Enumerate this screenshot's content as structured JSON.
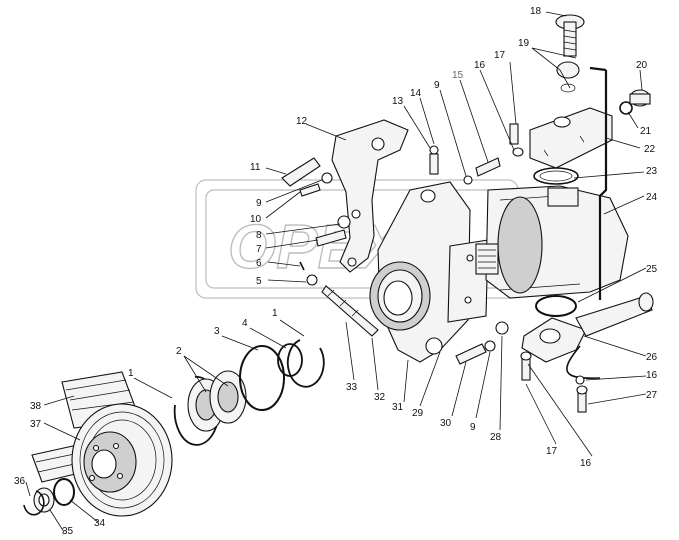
{
  "diagram": {
    "watermark_text": "OPEX",
    "callouts": [
      {
        "id": "c1a",
        "text": "1",
        "color": "#111111"
      },
      {
        "id": "c1b",
        "text": "1",
        "color": "#111111"
      },
      {
        "id": "c2",
        "text": "2",
        "color": "#111111"
      },
      {
        "id": "c3",
        "text": "3",
        "color": "#111111"
      },
      {
        "id": "c4",
        "text": "4",
        "color": "#111111"
      },
      {
        "id": "c5",
        "text": "5",
        "color": "#111111"
      },
      {
        "id": "c6",
        "text": "6",
        "color": "#111111"
      },
      {
        "id": "c7",
        "text": "7",
        "color": "#111111"
      },
      {
        "id": "c8",
        "text": "8",
        "color": "#111111"
      },
      {
        "id": "c9a",
        "text": "9",
        "color": "#111111"
      },
      {
        "id": "c9b",
        "text": "9",
        "color": "#111111"
      },
      {
        "id": "c9c",
        "text": "9",
        "color": "#111111"
      },
      {
        "id": "c10",
        "text": "10",
        "color": "#111111"
      },
      {
        "id": "c11",
        "text": "11",
        "color": "#111111"
      },
      {
        "id": "c12",
        "text": "12",
        "color": "#111111"
      },
      {
        "id": "c13",
        "text": "13",
        "color": "#111111"
      },
      {
        "id": "c14",
        "text": "14",
        "color": "#111111"
      },
      {
        "id": "c15",
        "text": "15",
        "color": "#666666"
      },
      {
        "id": "c16a",
        "text": "16",
        "color": "#111111"
      },
      {
        "id": "c16b",
        "text": "16",
        "color": "#111111"
      },
      {
        "id": "c16c",
        "text": "16",
        "color": "#111111"
      },
      {
        "id": "c17a",
        "text": "17",
        "color": "#111111"
      },
      {
        "id": "c17b",
        "text": "17",
        "color": "#111111"
      },
      {
        "id": "c18",
        "text": "18",
        "color": "#111111"
      },
      {
        "id": "c19",
        "text": "19",
        "color": "#111111"
      },
      {
        "id": "c20",
        "text": "20",
        "color": "#111111"
      },
      {
        "id": "c21",
        "text": "21",
        "color": "#111111"
      },
      {
        "id": "c22",
        "text": "22",
        "color": "#111111"
      },
      {
        "id": "c23",
        "text": "23",
        "color": "#111111"
      },
      {
        "id": "c24",
        "text": "24",
        "color": "#111111"
      },
      {
        "id": "c25",
        "text": "25",
        "color": "#111111"
      },
      {
        "id": "c26",
        "text": "26",
        "color": "#111111"
      },
      {
        "id": "c27",
        "text": "27",
        "color": "#111111"
      },
      {
        "id": "c28",
        "text": "28",
        "color": "#111111"
      },
      {
        "id": "c29",
        "text": "29",
        "color": "#111111"
      },
      {
        "id": "c30",
        "text": "30",
        "color": "#111111"
      },
      {
        "id": "c31",
        "text": "31",
        "color": "#111111"
      },
      {
        "id": "c32",
        "text": "32",
        "color": "#111111"
      },
      {
        "id": "c33",
        "text": "33",
        "color": "#111111"
      },
      {
        "id": "c34",
        "text": "34",
        "color": "#111111"
      },
      {
        "id": "c35",
        "text": "35",
        "color": "#111111"
      },
      {
        "id": "c36",
        "text": "36",
        "color": "#111111"
      },
      {
        "id": "c37",
        "text": "37",
        "color": "#111111"
      },
      {
        "id": "c38",
        "text": "38",
        "color": "#111111"
      }
    ]
  }
}
